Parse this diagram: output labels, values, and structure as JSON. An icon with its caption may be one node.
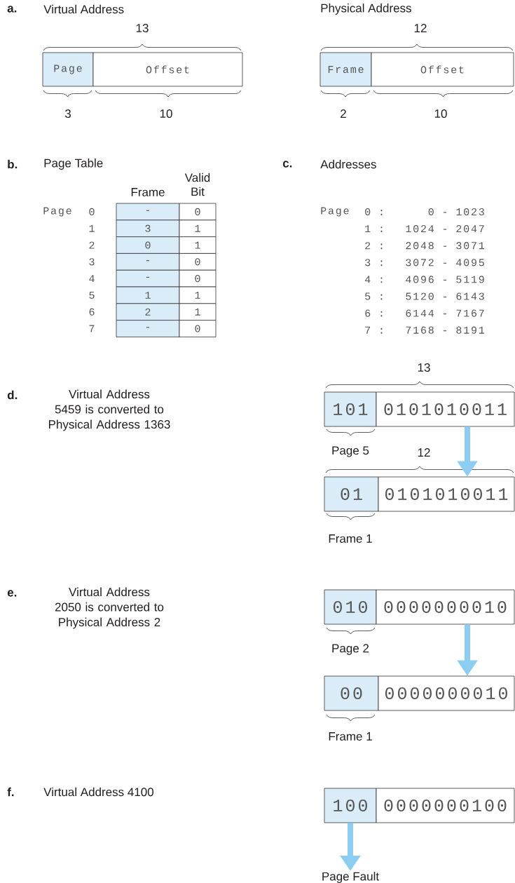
{
  "diagram": {
    "nodes": [
      {
        "text": [
          "Page"
        ]
      },
      {
        "text": [
          "Offset"
        ]
      },
      {
        "text": [
          "Frame"
        ]
      },
      {
        "text": [
          "Offset"
        ]
      },
      {
        "text": [
          "101"
        ]
      },
      {
        "text": [
          "0101010011"
        ]
      },
      {
        "text": [
          "01"
        ]
      },
      {
        "text": [
          "0101010011"
        ]
      },
      {
        "text": [
          "010"
        ]
      },
      {
        "text": [
          "0000000010"
        ]
      },
      {
        "text": [
          "00"
        ]
      },
      {
        "text": [
          "0000000010"
        ]
      },
      {
        "text": [
          "100"
        ]
      },
      {
        "text": [
          "0000000100"
        ]
      },
      {
        "text": [
          "Page Fault"
        ]
      }
    ],
    "edges": [
      {
        "from": 5,
        "to": 7,
        "arrow": "to"
      },
      {
        "from": 9,
        "to": 11,
        "arrow": "to"
      },
      {
        "from": 12,
        "to": 14,
        "arrow": "to"
      }
    ],
    "labels": [
      "a.",
      "Virtual Address",
      "Physical Address",
      "13",
      "12",
      "3",
      "10",
      "2",
      "10",
      "b.",
      "Page Table",
      "c.",
      "Addresses",
      "Valid Bit",
      "Frame",
      "Page",
      "0",
      "-",
      "0",
      "1",
      "3",
      "1",
      "2",
      "0",
      "1",
      "3",
      "-",
      "0",
      "4",
      "-",
      "0",
      "5",
      "1",
      "1",
      "6",
      "2",
      "1",
      "7",
      "-",
      "0",
      "Page",
      "0 :",
      "0 - 1023",
      "1 :",
      "1024 - 2047",
      "2 :",
      "2048 - 3071",
      "3 :",
      "3072 - 4095",
      "4 :",
      "4096 - 5119",
      "5 :",
      "5120 - 6143",
      "6 :",
      "6144 - 7167",
      "7 :",
      "7168 - 8191",
      "d.",
      "Virtual Address 5459 is converted to Physical Address 1363",
      "13",
      "Page 5",
      "12",
      "Frame 1",
      "e.",
      "Virtual Address 2050 is converted to Physical Address 2",
      "Page 2",
      "Frame 1",
      "f.",
      "Virtual Address 4100"
    ]
  }
}
